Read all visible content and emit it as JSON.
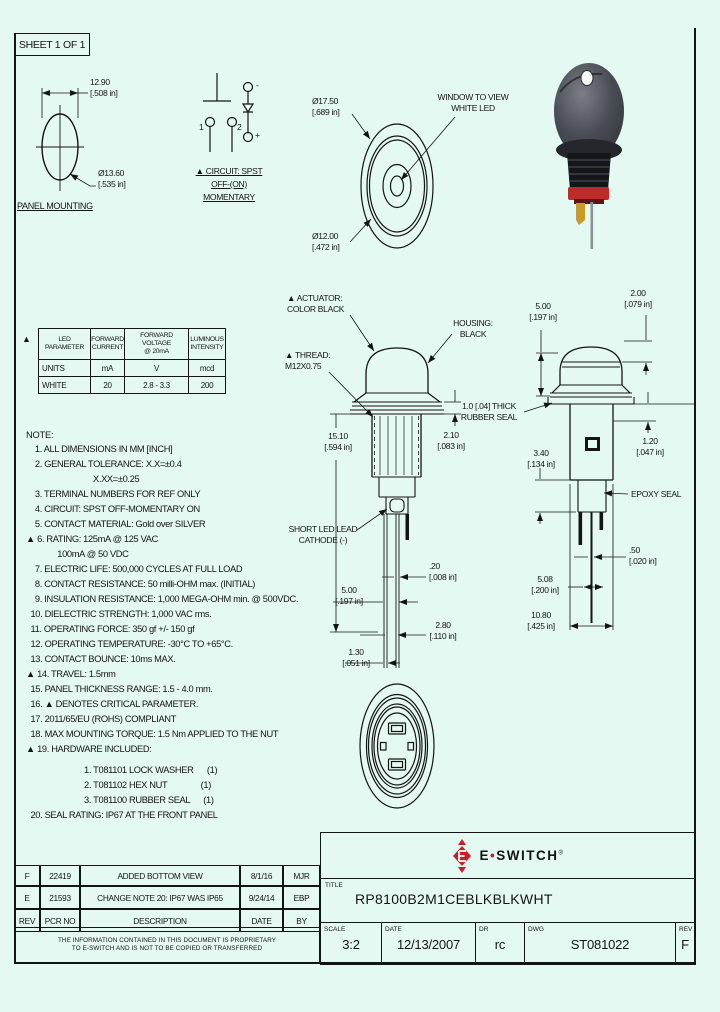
{
  "colors": {
    "background": "#e4f9f1",
    "line": "#141414",
    "brand_red": "#c8202a",
    "photo_red": "#bf2b28",
    "photo_gold": "#c79a2a"
  },
  "sheet_label": "SHEET 1 OF 1",
  "panel_mounting": {
    "width_dim": "12.90\n[.508 in]",
    "dia_dim": "Ø13.60\n[.535 in]",
    "caption": "PANEL MOUNTING"
  },
  "circuit": {
    "pin1": "1",
    "pin2": "2",
    "minus": "-",
    "plus": "+",
    "caption_line1": "▲ CIRCUIT: SPST",
    "caption_line2": "OFF-(ON)",
    "caption_line3": "MOMENTARY"
  },
  "top_view": {
    "outer_dia_dim": "Ø17.50\n[.689 in]",
    "window_label": "WINDOW TO VIEW\nWHITE LED",
    "inner_dia_dim": "Ø12.00\n[.472 in]"
  },
  "led_table": {
    "critical_marker": "▲",
    "headers": [
      "LED PARAMETER",
      "FORWARD\nCURRENT",
      "FORWARD VOLTAGE\n@ 20mA",
      "LUMINOUS\nINTENSITY"
    ],
    "rows": [
      {
        "c0": "UNITS",
        "c1": "mA",
        "c2": "V",
        "c3": "mcd"
      },
      {
        "c0": "WHITE",
        "c1": "20",
        "c2": "2.8 - 3.3",
        "c3": "200"
      }
    ]
  },
  "front_view": {
    "actuator_label": "▲ ACTUATOR:\nCOLOR BLACK",
    "housing_label": "HOUSING:\nBLACK",
    "thread_label": "▲ THREAD:\nM12X0.75",
    "height_dim": "15.10\n[.594 in]",
    "bezel_dim": "2.10\n[.083 in]",
    "cathode_label": "SHORT LED LEAD\nCATHODE (-)",
    "lead_width_dim": ".20\n[.008 in]",
    "lead_spacing_dim": "5.00\n[.197 in]",
    "led_lead_spacing_dim": "2.80\n[.110 in]",
    "lead_width2_dim": "1.30\n[.051 in]"
  },
  "seal_note": "1.0 [.04] THICK\nRUBBER SEAL",
  "side_view": {
    "dome_dim": "5.00\n[.197 in]",
    "cap_dim": "2.00\n[.079 in]",
    "flange_dim": "3.40\n[.134 in]",
    "lip_dim": "1.20\n[.047 in]",
    "epoxy_label": "EPOXY SEAL",
    "pin_thickness_dim": ".50\n[.020 in]",
    "pin_spacing_dim": "5.08\n[.200 in]",
    "body_width_dim": "10.80\n[.425 in]"
  },
  "notes": {
    "title": "NOTE:",
    "lines": [
      "    1. ALL DIMENSIONS IN MM [INCH]",
      "    2. GENERAL TOLERANCE: X.X=±0.4",
      "                              X.XX=±0.25",
      "    3. TERMINAL NUMBERS FOR REF ONLY",
      "    4. CIRCUIT: SPST OFF-MOMENTARY ON",
      "    5. CONTACT MATERIAL: Gold over SILVER",
      "▲ 6. RATING: 125mA @ 125 VAC",
      "              100mA @ 50 VDC",
      "    7. ELECTRIC LIFE: 500,000 CYCLES AT FULL LOAD",
      "    8. CONTACT RESISTANCE: 50 milli-OHM max. (INITIAL)",
      "    9. INSULATION RESISTANCE: 1,000 MEGA-OHM min. @ 500VDC.",
      "  10. DIELECTRIC STRENGTH: 1,000 VAC rms.",
      "  11. OPERATING FORCE: 350 gf +/- 150 gf",
      "  12. OPERATING TEMPERATURE: -30°C TO +65°C.",
      "  13. CONTACT BOUNCE: 10ms MAX.",
      "▲ 14. TRAVEL: 1.5mm",
      "  15. PANEL THICKNESS RANGE: 1.5 - 4.0 mm.",
      "  16. ▲ DENOTES CRITICAL PARAMETER.",
      "  17. 2011/65/EU (ROHS) COMPLIANT",
      "  18. MAX MOUNTING TORQUE: 1.5 Nm APPLIED TO THE NUT",
      "▲ 19. HARDWARE INCLUDED:",
      "                          1. T081101 LOCK WASHER      (1)",
      "                          2. T081102 HEX NUT               (1)",
      "                          3. T081100 RUBBER SEAL      (1)",
      "  20. SEAL RATING: IP67 AT THE FRONT PANEL"
    ]
  },
  "revision_table": {
    "rows": [
      {
        "rev": "F",
        "pcr": "22419",
        "desc": "ADDED BOTTOM VIEW",
        "date": "8/1/16",
        "by": "MJR"
      },
      {
        "rev": "E",
        "pcr": "21593",
        "desc": "CHANGE NOTE 20: IP67 WAS IP65",
        "date": "9/24/14",
        "by": "EBP"
      },
      {
        "rev": "REV",
        "pcr": "PCR NO",
        "desc": "DESCRIPTION",
        "date": "DATE",
        "by": "BY"
      }
    ],
    "disclaimer_line1": "THE INFORMATION CONTAINED IN THIS DOCUMENT IS PROPRIETARY",
    "disclaimer_line2": "TO E-SWITCH AND IS NOT TO BE COPIED OR TRANSFERRED"
  },
  "title_block": {
    "brand_e": "E",
    "brand_dot": "•",
    "brand_rest": "SWITCH",
    "brand_reg": "®",
    "title_label": "TITLE",
    "title_value": "RP8100B2M1CEBLKBLKWHT",
    "scale_label": "SCALE",
    "scale_value": "3:2",
    "date_label": "DATE",
    "date_value": "12/13/2007",
    "dr_label": "DR",
    "dr_value": "rc",
    "dwg_label": "DWG",
    "dwg_value": "ST081022",
    "rev_label": "REV",
    "rev_value": "F"
  }
}
